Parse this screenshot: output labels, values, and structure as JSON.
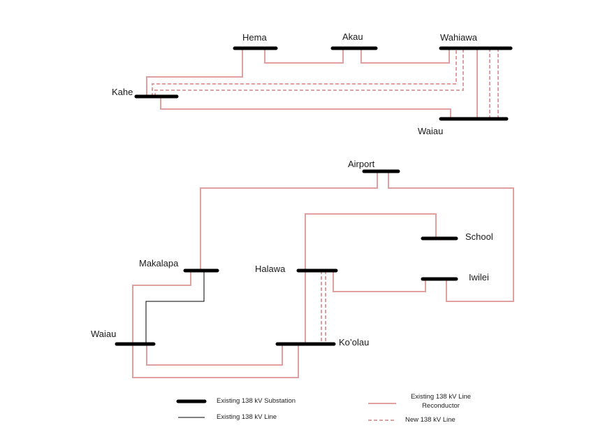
{
  "colors": {
    "bus": "#000000",
    "reconductor": "#e0a0a0",
    "new_line": "#e0a0a0",
    "existing_line": "#000000"
  },
  "top": {
    "buses": {
      "hema": "Hema",
      "akau": "Akau",
      "wahiawa": "Wahiawa",
      "kahe": "Kahe",
      "waiau": "Waiau"
    }
  },
  "bottom": {
    "buses": {
      "airport": "Airport",
      "school": "School",
      "makalapa": "Makalapa",
      "halawa": "Halawa",
      "iwilei": "Iwilei",
      "waiau": "Waiau",
      "koolau": "Ko’olau"
    }
  },
  "legend": {
    "substation": "Existing 138 kV Substation",
    "existing_line": "Existing 138 kV Line",
    "reconductor_line1": "Existing 138 kV Line",
    "reconductor_line2": "Reconductor",
    "new_line": "New 138 kV Line"
  }
}
